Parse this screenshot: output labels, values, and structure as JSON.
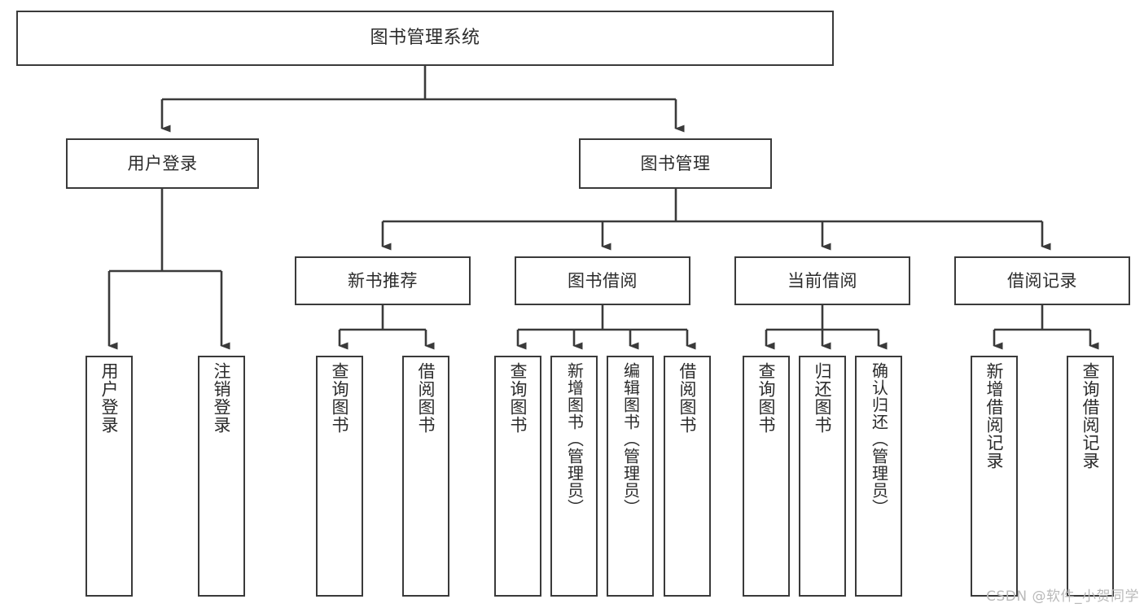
{
  "diagram": {
    "title": "图书管理系统",
    "type": "tree",
    "watermark": "CSDN @软件_小贺同学",
    "colors": {
      "box_border": "#3a3a3a",
      "box_fill": "#ffffff",
      "edge": "#3a3a3a",
      "text": "#2b2b2b",
      "watermark": "#b9b9b9",
      "background": "#ffffff"
    },
    "levels": {
      "root": {
        "label": "图书管理系统"
      },
      "level2": [
        {
          "id": "user-login",
          "label": "用户登录"
        },
        {
          "id": "book-manage",
          "label": "图书管理"
        }
      ],
      "level3": [
        {
          "id": "new-book-recommend",
          "label": "新书推荐",
          "parent": "book-manage"
        },
        {
          "id": "book-borrow",
          "label": "图书借阅",
          "parent": "book-manage"
        },
        {
          "id": "current-borrow",
          "label": "当前借阅",
          "parent": "book-manage"
        },
        {
          "id": "borrow-record",
          "label": "借阅记录",
          "parent": "book-manage"
        }
      ],
      "leaves": [
        {
          "id": "leaf-user-login",
          "label": "用户登录",
          "parent": "user-login"
        },
        {
          "id": "leaf-user-logout",
          "label": "注销登录",
          "parent": "user-login"
        },
        {
          "id": "leaf-query-book-1",
          "label": "查询图书",
          "parent": "new-book-recommend"
        },
        {
          "id": "leaf-borrow-book-1",
          "label": "借阅图书",
          "parent": "new-book-recommend"
        },
        {
          "id": "leaf-query-book-2",
          "label": "查询图书",
          "parent": "book-borrow"
        },
        {
          "id": "leaf-add-book",
          "label": "新增图书（管理员）",
          "parent": "book-borrow"
        },
        {
          "id": "leaf-edit-book",
          "label": "编辑图书（管理员）",
          "parent": "book-borrow"
        },
        {
          "id": "leaf-borrow-book-2",
          "label": "借阅图书",
          "parent": "book-borrow"
        },
        {
          "id": "leaf-query-book-3",
          "label": "查询图书",
          "parent": "current-borrow"
        },
        {
          "id": "leaf-return-book",
          "label": "归还图书",
          "parent": "current-borrow"
        },
        {
          "id": "leaf-confirm-return",
          "label": "确认归还（管理员）",
          "parent": "current-borrow"
        },
        {
          "id": "leaf-add-record",
          "label": "新增借阅记录",
          "parent": "borrow-record"
        },
        {
          "id": "leaf-query-record",
          "label": "查询借阅记录",
          "parent": "borrow-record"
        }
      ]
    }
  }
}
